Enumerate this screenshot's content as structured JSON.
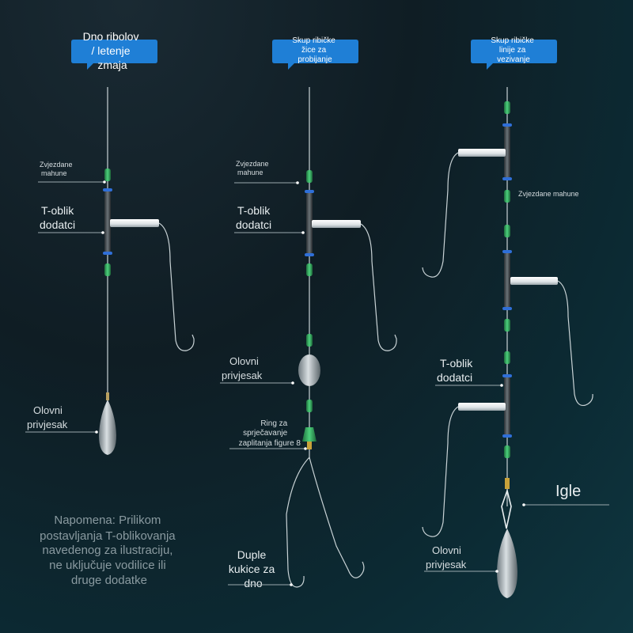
{
  "columns": [
    {
      "title": "Dno ribolov / letenje zmaja",
      "title_lines": [
        "Dno ribolov",
        "/ letenje",
        "zmaja"
      ],
      "beads_label": [
        "Zvjezdane",
        "mahune"
      ],
      "tshape_label": [
        "T-oblik",
        "dodatci"
      ],
      "sinker_label": [
        "Olovni",
        "privjesak"
      ]
    },
    {
      "title": "Skup ribičke žice za probijanje",
      "title_lines": [
        "Skup ribičke",
        "žice za",
        "probijanje"
      ],
      "beads_label": [
        "Zvjezdane",
        "mahune"
      ],
      "tshape_label": [
        "T-oblik",
        "dodatci"
      ],
      "sinker_label": [
        "Olovni",
        "privjesak"
      ],
      "ring_label": [
        "Ring za",
        "sprječavanje",
        "zaplitanja figure 8"
      ],
      "hooks_label": [
        "Duple",
        "kukice za",
        "dno"
      ]
    },
    {
      "title": "Skup ribičke linije za vezivanje",
      "title_lines": [
        "Skup ribičke",
        "linije za",
        "vezivanje"
      ],
      "beads_label": [
        "Zvjezdane mahune"
      ],
      "tshape_label": [
        "T-oblik",
        "dodatci"
      ],
      "needles_label": [
        "Igle"
      ],
      "sinker_label": [
        "Olovni",
        "privjesak"
      ]
    }
  ],
  "note": [
    "Napomena: Prilikom",
    "postavljanja T-oblikovanja",
    "navedenog za ilustraciju,",
    "ne uključuje vodilice ili",
    "druge dodatke"
  ],
  "colors": {
    "badge": "#1f7fd6",
    "bead": "#2fa05a",
    "line": "#c9d3d6",
    "label_text": "#d6dde0",
    "note_text": "#8a9aa0"
  }
}
